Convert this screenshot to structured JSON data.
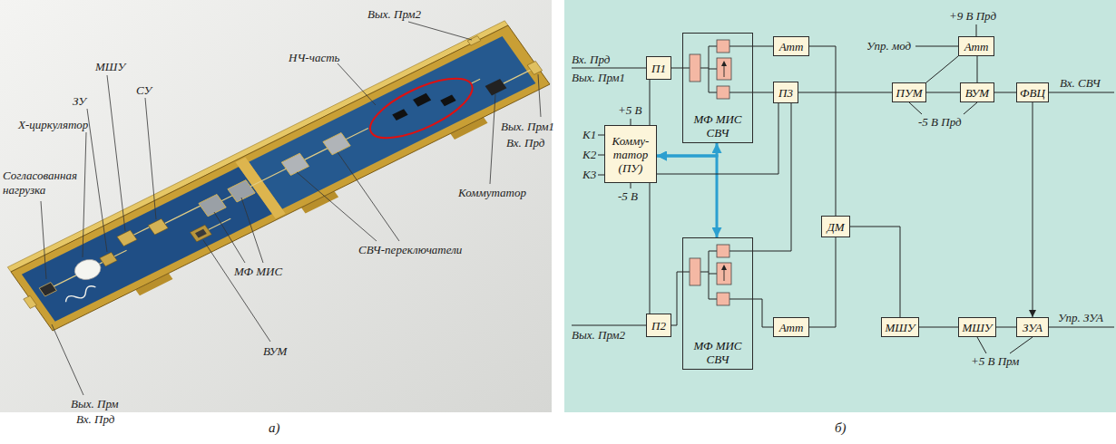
{
  "diagram": {
    "nodes": [
      {
        "text": [
          "П1"
        ]
      },
      {
        "text": [
          "Комму-татор (ПУ)"
        ]
      },
      {
        "text": [
          "П2"
        ]
      },
      {
        "text": [
          "МФ МИС СВЧ"
        ]
      },
      {
        "text": [
          "МФ МИС СВЧ"
        ]
      },
      {
        "text": [
          "Атт"
        ]
      },
      {
        "text": [
          "П3"
        ]
      },
      {
        "text": [
          "Атт"
        ]
      },
      {
        "text": [
          "ДМ"
        ]
      },
      {
        "text": [
          "Атт"
        ]
      },
      {
        "text": [
          "ПУМ"
        ]
      },
      {
        "text": [
          "ВУМ"
        ]
      },
      {
        "text": [
          "ФВЦ"
        ]
      },
      {
        "text": [
          "МШУ"
        ]
      },
      {
        "text": [
          "МШУ"
        ]
      },
      {
        "text": [
          "ЗУА"
        ]
      }
    ],
    "edges": [
      {
        "from": 0,
        "to": 3,
        "arrow": "none"
      },
      {
        "from": 1,
        "to": 0,
        "arrow": "none"
      },
      {
        "from": 1,
        "to": 2,
        "arrow": "none"
      },
      {
        "from": 1,
        "to": 3,
        "arrow": "both"
      },
      {
        "from": 1,
        "to": 4,
        "arrow": "both"
      },
      {
        "from": 1,
        "to": 6,
        "arrow": "none"
      },
      {
        "from": 2,
        "to": 4,
        "arrow": "none"
      },
      {
        "from": 3,
        "to": 5,
        "arrow": "none"
      },
      {
        "from": 3,
        "to": 6,
        "arrow": "none"
      },
      {
        "from": 4,
        "to": 6,
        "arrow": "none"
      },
      {
        "from": 4,
        "to": 7,
        "arrow": "none"
      },
      {
        "from": 5,
        "to": 8,
        "arrow": "none"
      },
      {
        "from": 7,
        "to": 8,
        "arrow": "none"
      },
      {
        "from": 8,
        "to": 13,
        "arrow": "none"
      },
      {
        "from": 6,
        "to": 10,
        "arrow": "none"
      },
      {
        "from": 9,
        "to": 10,
        "arrow": "none"
      },
      {
        "from": 9,
        "to": 11,
        "arrow": "none"
      },
      {
        "from": 10,
        "to": 11,
        "arrow": "none"
      },
      {
        "from": 11,
        "to": 12,
        "arrow": "none"
      },
      {
        "from": 12,
        "to": 15,
        "arrow": "to"
      },
      {
        "from": 15,
        "to": 14,
        "arrow": "none"
      },
      {
        "from": 14,
        "to": 13,
        "arrow": "none"
      }
    ],
    "labels": [
      "Вых. Прм2",
      "НЧ-часть",
      "Вых. Прм1",
      "Вх. Прд",
      "МШУ",
      "СУ",
      "ЗУ",
      "Х-циркулятор",
      "Коммутатор",
      "Согласованная нагрузка",
      "СВЧ-переключатели",
      "МФ МИС",
      "ВУМ",
      "Вых. Прм",
      "Вх. Прд",
      "а)",
      "Вх. Прд",
      "Вых. Прм1",
      "+5 В",
      "К1",
      "К2",
      "К3",
      "-5 В",
      "Вых. Прм2",
      "Упр. мод",
      "+9 В Прд",
      "-5 В Прд",
      "Вх. СВЧ",
      "+5 В Прм",
      "Упр. ЗУА",
      "б)"
    ]
  }
}
